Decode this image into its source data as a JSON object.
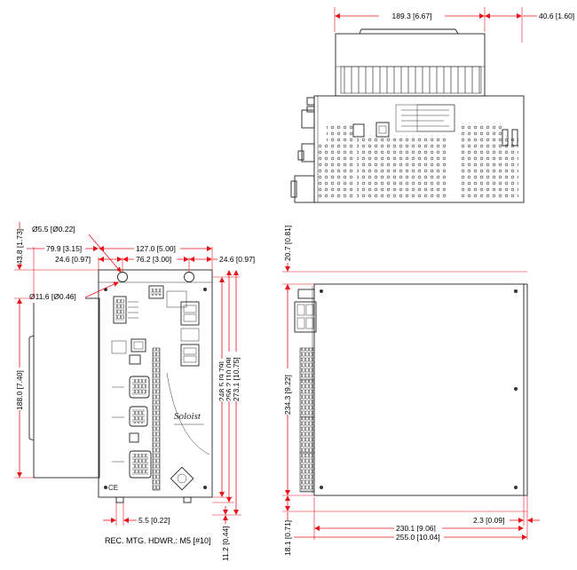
{
  "dimensions": {
    "top_width": "189.3 [6.67]",
    "top_depth": "40.6 [1.60]",
    "hole_small": "Ø5.5 [Ø0.22]",
    "hole_large": "Ø11.6 [Ø0.46]",
    "width_127": "127.0 [5.00]",
    "left_79": "79.9 [3.15]",
    "left_24": "24.6 [0.97]",
    "center_76": "76.2 [3.00]",
    "right_24": "24.6 [0.97]",
    "height_43": "43.8 [1.73]",
    "height_188": "188.0 [7.40]",
    "height_248": "248.5 [9.79]",
    "height_256": "256.2 [10.09]",
    "height_273": "273.1 [10.75]",
    "slot_5": "5.5 [0.22]",
    "bottom_11": "11.2 [0.44]",
    "side_20": "20.7 [0.81]",
    "side_234": "234.3 [9.22]",
    "side_2": "2.3 [0.09]",
    "side_230": "230.1 [9.06]",
    "side_255": "255.0 [10.04]",
    "side_18": "18.1 [0.71]"
  },
  "mounting_note": "REC. MTG. HDWR.: M5 [#10]",
  "product_logo": "Soloist",
  "colors": {
    "dimension": "#e8141b",
    "outline": "#222222",
    "background": "#ffffff"
  }
}
